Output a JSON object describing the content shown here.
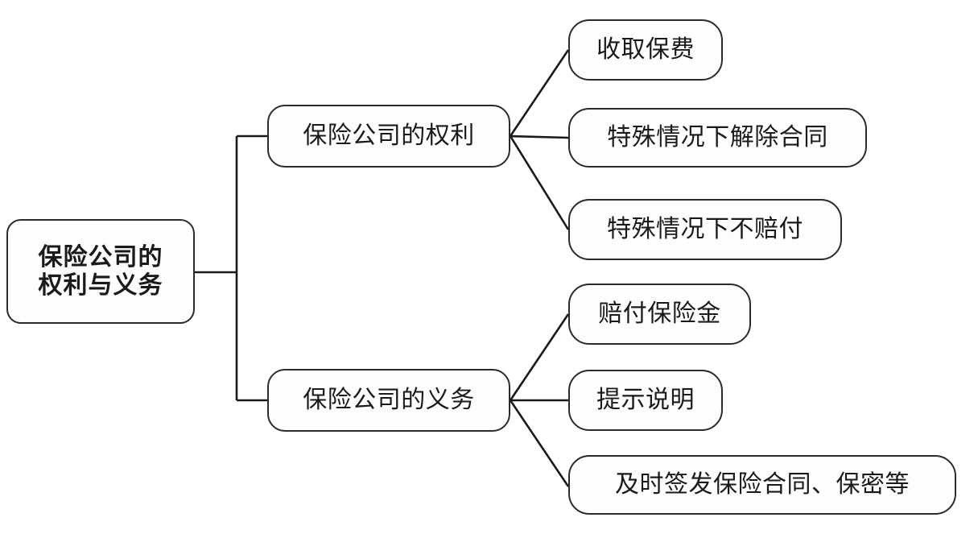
{
  "diagram": {
    "type": "mind-map",
    "title_text": "保险公司的权利与义务",
    "orientation": "left-to-right",
    "colors": {
      "background": "#ffffff",
      "node_fill": "#fdfdfd",
      "node_border": "#2b2b2b",
      "text": "#1a1a1a",
      "connector": "#1a1a1a"
    },
    "root": {
      "label": "保险公司的\n权利与义务"
    },
    "branches": [
      {
        "label": "保险公司的权利",
        "children": [
          {
            "label": "收取保费"
          },
          {
            "label": "特殊情况下解除合同"
          },
          {
            "label": "特殊情况下不赔付"
          }
        ]
      },
      {
        "label": "保险公司的义务",
        "children": [
          {
            "label": "赔付保险金"
          },
          {
            "label": "提示说明"
          },
          {
            "label": "及时签发保险合同、保密等"
          }
        ]
      }
    ]
  }
}
